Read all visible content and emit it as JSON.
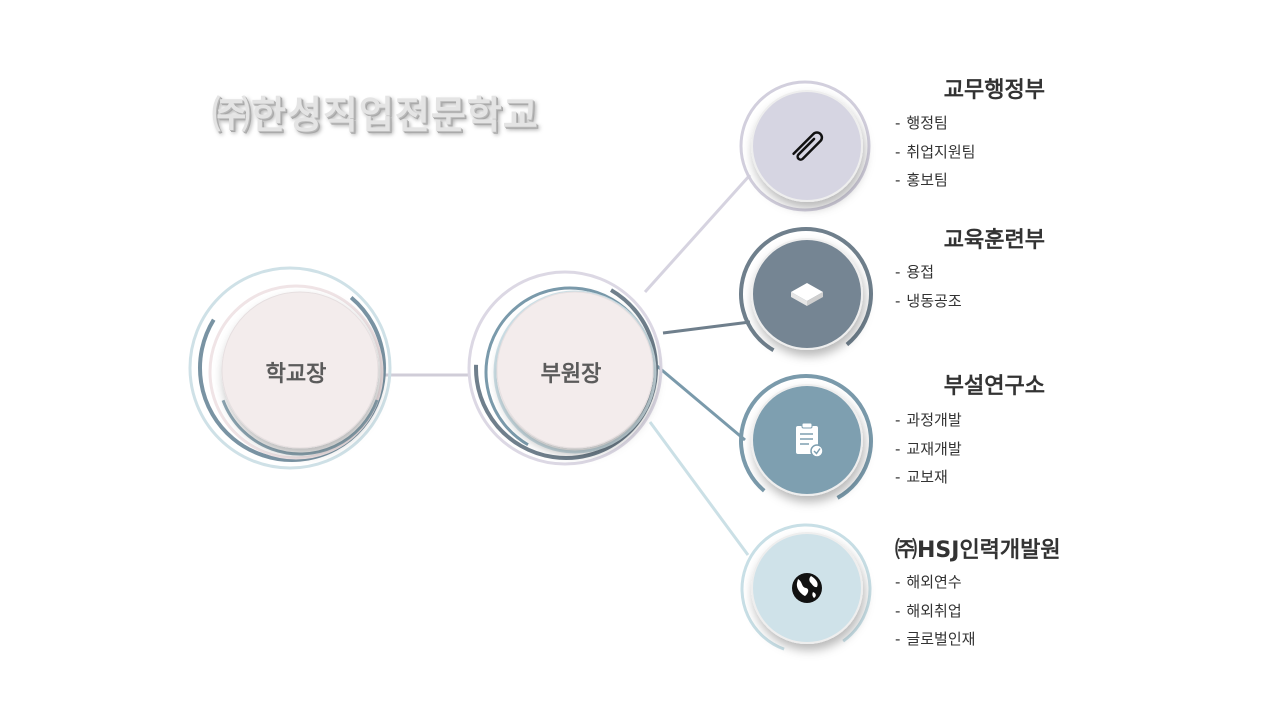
{
  "title": "㈜한성직업전문학교",
  "principal": {
    "label": "학교장",
    "fill": "#f3ecec"
  },
  "vice_principal": {
    "label": "부원장",
    "fill": "#f3ecec"
  },
  "departments": [
    {
      "title": "교무행정부",
      "icon": "paperclip-icon",
      "color": "#d6d5e2",
      "ring": "#d2cfdd",
      "items": [
        "행정팀",
        "취업지원팀",
        "홍보팀"
      ]
    },
    {
      "title": "교육훈련부",
      "icon": "book-icon",
      "color": "#748593",
      "ring": "#6f7f8c",
      "items": [
        "용접",
        "냉동공조"
      ]
    },
    {
      "title": "부설연구소",
      "icon": "clipboard-check-icon",
      "color": "#7e9fb0",
      "ring": "#7a9aab",
      "items": [
        "과정개발",
        "교재개발",
        "교보재"
      ]
    },
    {
      "title": "㈜HSJ인력개발원",
      "icon": "globe-icon",
      "color": "#cfe2e9",
      "ring": "#c8dfe6",
      "items": [
        "해외연수",
        "해외취업",
        "글로벌인재"
      ]
    }
  ]
}
